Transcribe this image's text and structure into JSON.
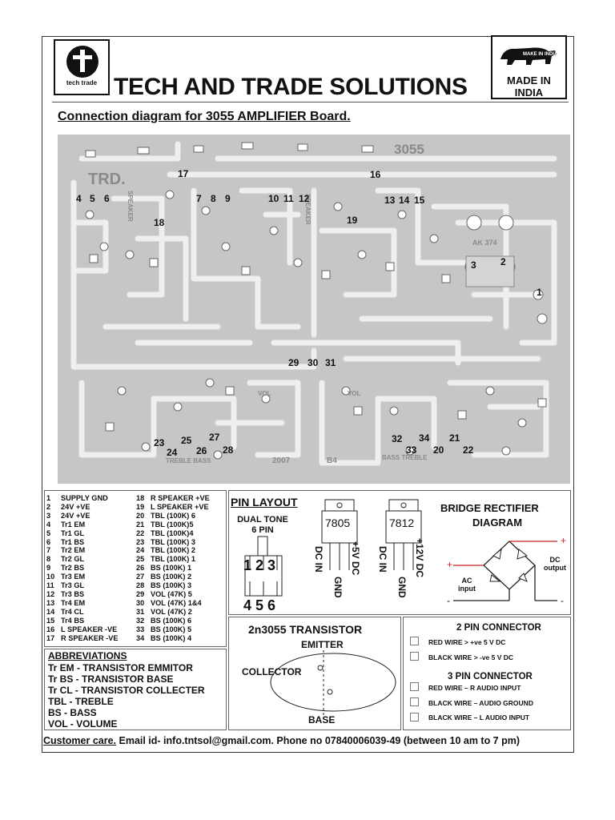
{
  "header": {
    "logo_caption": "tech trade",
    "company_name": "TECH AND TRADE SOLUTIONS",
    "badge_mark": "MAKE IN INDIA",
    "badge_text_line1": "MADE IN",
    "badge_text_line2": "INDIA"
  },
  "subtitle": "Connection diagram for 3055 AMPLIFIER Board.",
  "board": {
    "silkscreen": {
      "brand": "TRD.",
      "model": "3055",
      "ic": "AK 374",
      "year": "2007",
      "rev": "B4",
      "speaker_left": "SPEAKER",
      "speaker_right": "SPEAKER",
      "vol_left": "VOL",
      "vol_right": "VOL",
      "treble_bass": "TREBLE BASS",
      "bass_treble": "BASS TREBLE"
    },
    "points": [
      "1",
      "2",
      "3",
      "4",
      "5",
      "6",
      "7",
      "8",
      "9",
      "10",
      "11",
      "12",
      "13",
      "14",
      "15",
      "16",
      "17",
      "18",
      "19",
      "20",
      "21",
      "22",
      "23",
      "24",
      "25",
      "26",
      "27",
      "28",
      "29",
      "30",
      "31",
      "32",
      "33",
      "34"
    ]
  },
  "pin_legend": {
    "left": [
      {
        "n": "1",
        "label": "SUPPLY GND"
      },
      {
        "n": "2",
        "label": "24V +VE"
      },
      {
        "n": "3",
        "label": "24V +VE"
      },
      {
        "n": "4",
        "label": "Tr1 EM"
      },
      {
        "n": "5",
        "label": "Tr1 GL"
      },
      {
        "n": "6",
        "label": "Tr1 BS"
      },
      {
        "n": "7",
        "label": "Tr2 EM"
      },
      {
        "n": "8",
        "label": "Tr2 GL"
      },
      {
        "n": "9",
        "label": "Tr2 BS"
      },
      {
        "n": "10",
        "label": "Tr3 EM"
      },
      {
        "n": "11",
        "label": "Tr3 GL"
      },
      {
        "n": "12",
        "label": "Tr3 BS"
      },
      {
        "n": "13",
        "label": "Tr4 EM"
      },
      {
        "n": "14",
        "label": "Tr4 CL"
      },
      {
        "n": "15",
        "label": "Tr4 BS"
      },
      {
        "n": "16",
        "label": "L SPEAKER -VE"
      },
      {
        "n": "17",
        "label": "R SPEAKER -VE"
      }
    ],
    "right": [
      {
        "n": "18",
        "label": "R SPEAKER +VE"
      },
      {
        "n": "19",
        "label": "L SPEAKER +VE"
      },
      {
        "n": "20",
        "label": "TBL (100K) 6"
      },
      {
        "n": "21",
        "label": "TBL (100K)5"
      },
      {
        "n": "22",
        "label": "TBL (100K)4"
      },
      {
        "n": "23",
        "label": "TBL (100K) 3"
      },
      {
        "n": "24",
        "label": "TBL (100K) 2"
      },
      {
        "n": "25",
        "label": "TBL (100K) 1"
      },
      {
        "n": "26",
        "label": "BS (100K) 1"
      },
      {
        "n": "27",
        "label": "BS (100K) 2"
      },
      {
        "n": "28",
        "label": "BS (100K) 3"
      },
      {
        "n": "29",
        "label": "VOL (47K) 5"
      },
      {
        "n": "30",
        "label": "VOL (47K) 1&4"
      },
      {
        "n": "31",
        "label": "VOL (47K) 2"
      },
      {
        "n": "32",
        "label": "BS (100K) 6"
      },
      {
        "n": "33",
        "label": "BS (100K) 5"
      },
      {
        "n": "34",
        "label": "BS (100K) 4"
      }
    ]
  },
  "pin_layout": {
    "heading": "PIN LAYOUT",
    "pot_title_line1": "DUAL TONE",
    "pot_title_line2": "6 PIN",
    "pot_top_pins": "1 2 3",
    "pot_bottom_pins": "4 5 6",
    "reg1": {
      "part": "7805",
      "pin1": "DC IN",
      "pin2": "GND",
      "pin3": "+5V DC"
    },
    "reg2": {
      "part": "7812",
      "pin1": "DC IN",
      "pin2": "GND",
      "pin3": "+12V DC"
    }
  },
  "bridge": {
    "title_line1": "BRIDGE RECTIFIER",
    "title_line2": "DIAGRAM",
    "ac_input": "AC\ninput",
    "dc_output": "DC\noutput",
    "plus": "+",
    "minus": "-"
  },
  "transistor": {
    "title": "2n3055 TRANSISTOR",
    "emitter": "EMITTER",
    "collector": "COLLECTOR",
    "base": "BASE"
  },
  "connectors": {
    "two_pin_title": "2 PIN CONNECTOR",
    "two_pin": [
      "RED WIRE > +ve 5 V DC",
      "BLACK WIRE > -ve 5 V DC"
    ],
    "three_pin_title": "3 PIN CONNECTOR",
    "three_pin": [
      "RED WIRE – R AUDIO INPUT",
      "BLACK WIRE – AUDIO GROUND",
      "BLACK WIRE – L AUDIO INPUT"
    ]
  },
  "abbreviations": {
    "heading": "ABBREVIATIONS",
    "items": [
      "Tr EM - TRANSISTOR EMMITOR",
      "Tr BS - TRANSISTOR BASE",
      "Tr CL - TRANSISTOR COLLECTER",
      "TBL -  TREBLE",
      "BS - BASS",
      "VOL - VOLUME"
    ]
  },
  "footer": {
    "customer_care": "Customer care.",
    "email": " Email id- info.tntsol@gmail.com.",
    "phone": "  Phone no  07840006039-49 (between 10 am to 7 pm)"
  },
  "colors": {
    "pcb_bg": "#c8c8c8",
    "trace": "#efefef",
    "ink": "#111111",
    "rectifier_red": "#cc2222"
  }
}
